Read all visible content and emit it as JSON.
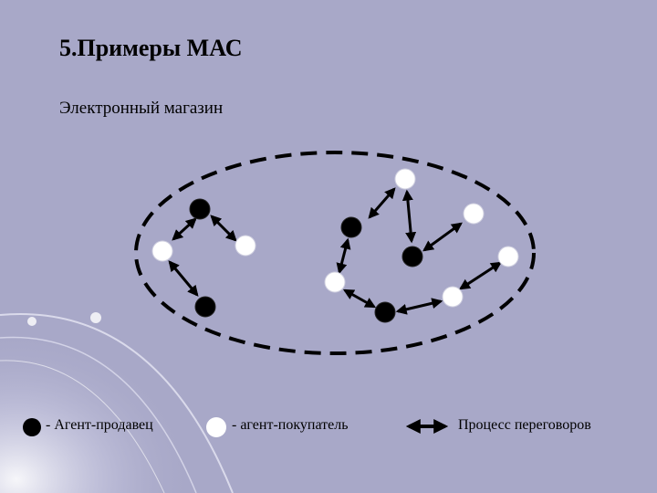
{
  "slide": {
    "title": "5.Примеры МАС",
    "subtitle": "Электронный магазин"
  },
  "legend": {
    "seller_label": "- Агент-продавец",
    "buyer_label": "- агент-покупатель",
    "negotiation_label": "Процесс переговоров"
  },
  "colors": {
    "background": "#a8a8c8",
    "seller": "#000000",
    "buyer": "#ffffff",
    "ellipse": "#000000"
  }
}
